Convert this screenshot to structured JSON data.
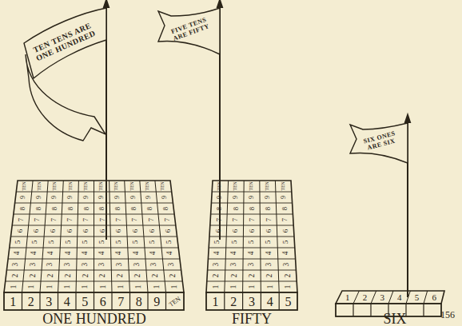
{
  "diagram": {
    "nodes": [
      {
        "text": [
          "TEN TENS ARE ONE HUNDRED"
        ]
      },
      {
        "text": [
          "FIVE TENS ARE FIFTY"
        ]
      },
      {
        "text": [
          "SIX ONES ARE SIX"
        ]
      }
    ],
    "labels": [
      "1",
      "2",
      "3",
      "4",
      "5",
      "6",
      "7",
      "8",
      "9",
      "TEN",
      "1",
      "2",
      "3",
      "4",
      "5",
      "6",
      "7",
      "8",
      "9",
      "TEN",
      "1",
      "2",
      "3",
      "4",
      "5",
      "6",
      "7",
      "8",
      "9",
      "TEN",
      "1",
      "2",
      "3",
      "4",
      "5",
      "6",
      "7",
      "8",
      "9",
      "TEN",
      "1",
      "2",
      "3",
      "4",
      "5",
      "6",
      "7",
      "8",
      "9",
      "TEN",
      "1",
      "2",
      "3",
      "4",
      "5",
      "6",
      "7",
      "8",
      "9",
      "TEN",
      "1",
      "2",
      "3",
      "4",
      "5",
      "6",
      "7",
      "8",
      "9",
      "TEN",
      "1",
      "2",
      "3",
      "4",
      "5",
      "6",
      "7",
      "8",
      "9",
      "TEN",
      "1",
      "2",
      "3",
      "4",
      "5",
      "6",
      "7",
      "8",
      "9",
      "TEN",
      "1",
      "2",
      "3",
      "4",
      "5",
      "6",
      "7",
      "8",
      "9",
      "TEN",
      "1",
      "2",
      "3",
      "4",
      "5",
      "6",
      "7",
      "8",
      "9",
      "TEN",
      "1",
      "2",
      "3",
      "4",
      "5",
      "1",
      "2",
      "3",
      "4",
      "5",
      "6",
      "7",
      "8",
      "9",
      "TEN",
      "1",
      "2",
      "3",
      "4",
      "5",
      "6",
      "7",
      "8",
      "9",
      "TEN",
      "1",
      "2",
      "3",
      "4",
      "5",
      "6",
      "7",
      "8",
      "9",
      "TEN",
      "1",
      "2",
      "3",
      "4",
      "5",
      "6",
      "7",
      "8",
      "9",
      "TEN",
      "1",
      "2",
      "3",
      "4",
      "5",
      "6",
      "7",
      "8",
      "9",
      "TEN",
      "1",
      "2",
      "3",
      "4",
      "5",
      "6",
      "ONE HUNDRED",
      "FIFTY",
      "SIX",
      "156"
    ]
  }
}
